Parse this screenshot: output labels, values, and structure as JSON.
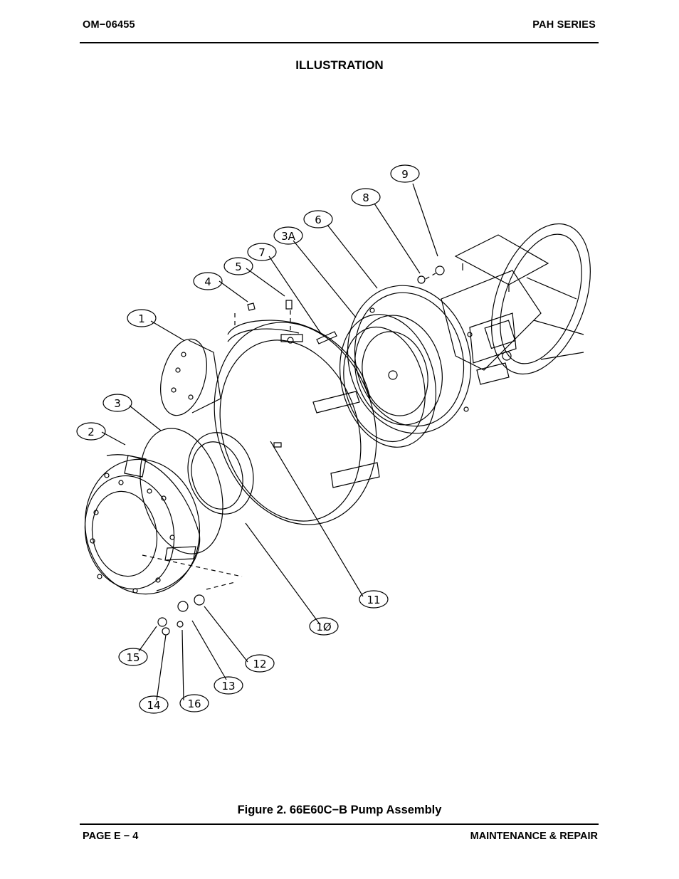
{
  "header": {
    "doc_number": "OM−06455",
    "series": "PAH SERIES"
  },
  "section_title": "ILLUSTRATION",
  "figure": {
    "caption": "Figure 2.  66E60C−B Pump Assembly",
    "callouts": [
      "1",
      "2",
      "3",
      "3A",
      "4",
      "5",
      "6",
      "7",
      "8",
      "9",
      "1Ø",
      "11",
      "12",
      "13",
      "14",
      "15",
      "16"
    ]
  },
  "footer": {
    "page": "PAGE E − 4",
    "chapter": "MAINTENANCE & REPAIR"
  }
}
